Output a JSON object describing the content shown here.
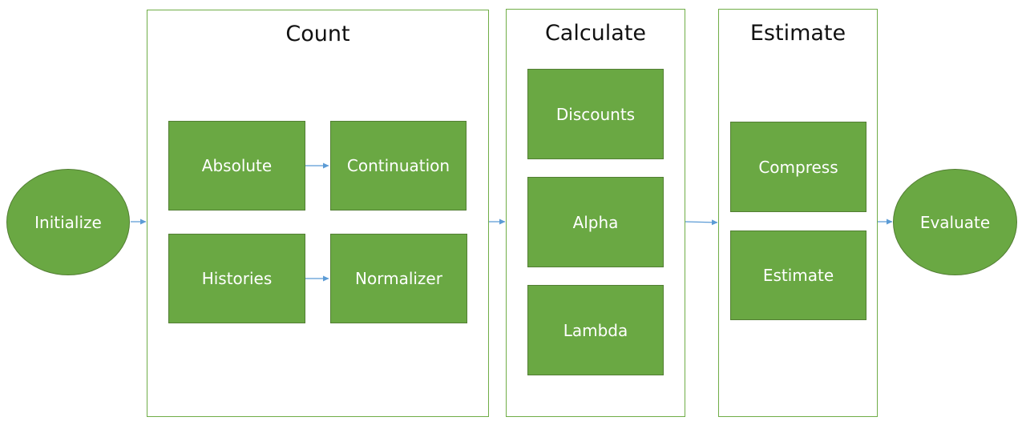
{
  "start": {
    "label": "Initialize"
  },
  "end": {
    "label": "Evaluate"
  },
  "groups": {
    "count": {
      "title": "Count",
      "items": [
        "Absolute",
        "Continuation",
        "Histories",
        "Normalizer"
      ]
    },
    "calculate": {
      "title": "Calculate",
      "items": [
        "Discounts",
        "Alpha",
        "Lambda"
      ]
    },
    "estimate": {
      "title": "Estimate",
      "items": [
        "Compress",
        "Estimate"
      ]
    }
  },
  "colors": {
    "node_fill": "#6aa843",
    "node_border": "#527e33",
    "group_border": "#70ad47",
    "arrow": "#5b9bd5"
  }
}
